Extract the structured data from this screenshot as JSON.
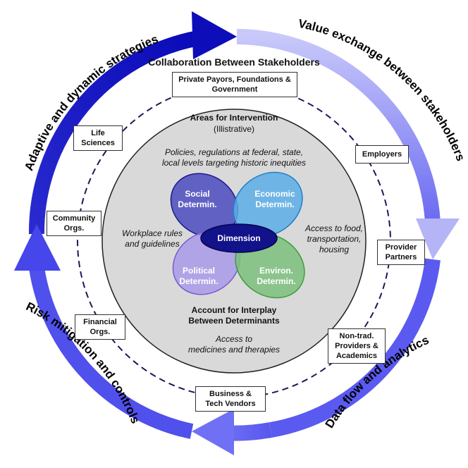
{
  "arc_labels": {
    "top_left": "Adaptive and dynamic strategies",
    "top_right": "Value exchange between stakeholders",
    "bottom_right": "Data flow and analytics",
    "bottom_left": "Risk mitigation and controls"
  },
  "outer_title": "Collaboration Between Stakeholders",
  "stakeholders": {
    "private_payors": [
      "Private Payors, Foundations &",
      "Government"
    ],
    "employers": [
      "Employers"
    ],
    "provider_partners": [
      "Provider",
      "Partners"
    ],
    "non_trad": [
      "Non-trad.",
      "Providers &",
      "Academics"
    ],
    "business_tech": [
      "Business &",
      "Tech Vendors"
    ],
    "financial_orgs": [
      "Financial",
      "Orgs."
    ],
    "community_orgs": [
      "Community",
      "Orgs."
    ],
    "life_sciences": [
      "Life",
      "Sciences"
    ]
  },
  "inner": {
    "title": "Areas for Intervention",
    "subtitle": "(Illistrative)",
    "policies": [
      "Policies, regulations at federal, state,",
      "local levels targeting historic inequities"
    ],
    "workplace": [
      "Workplace rules",
      "and guidelines"
    ],
    "access_food": [
      "Access to food,",
      "transportation,",
      "housing"
    ],
    "interplay": [
      "Account for Interplay",
      "Between Determinants"
    ],
    "access_medicines": [
      "Access to",
      "medicines and therapies"
    ]
  },
  "petals": {
    "social": [
      "Social",
      "Determin."
    ],
    "economic": [
      "Economic",
      "Determin."
    ],
    "political": [
      "Political",
      "Determin."
    ],
    "environ": [
      "Environ.",
      "Determin."
    ],
    "center": "Dimension"
  },
  "colors": {
    "arrow_dark": "#1212c8",
    "arrow_light": "#bcbcf7",
    "arrow_mid": "#5a5af0",
    "inner_circle": "#d9d9d9",
    "social": "#4b4bbf",
    "economic": "#5aaee6",
    "political": "#a99ae8",
    "environ": "#7cbf7c",
    "center": "#12128a"
  }
}
